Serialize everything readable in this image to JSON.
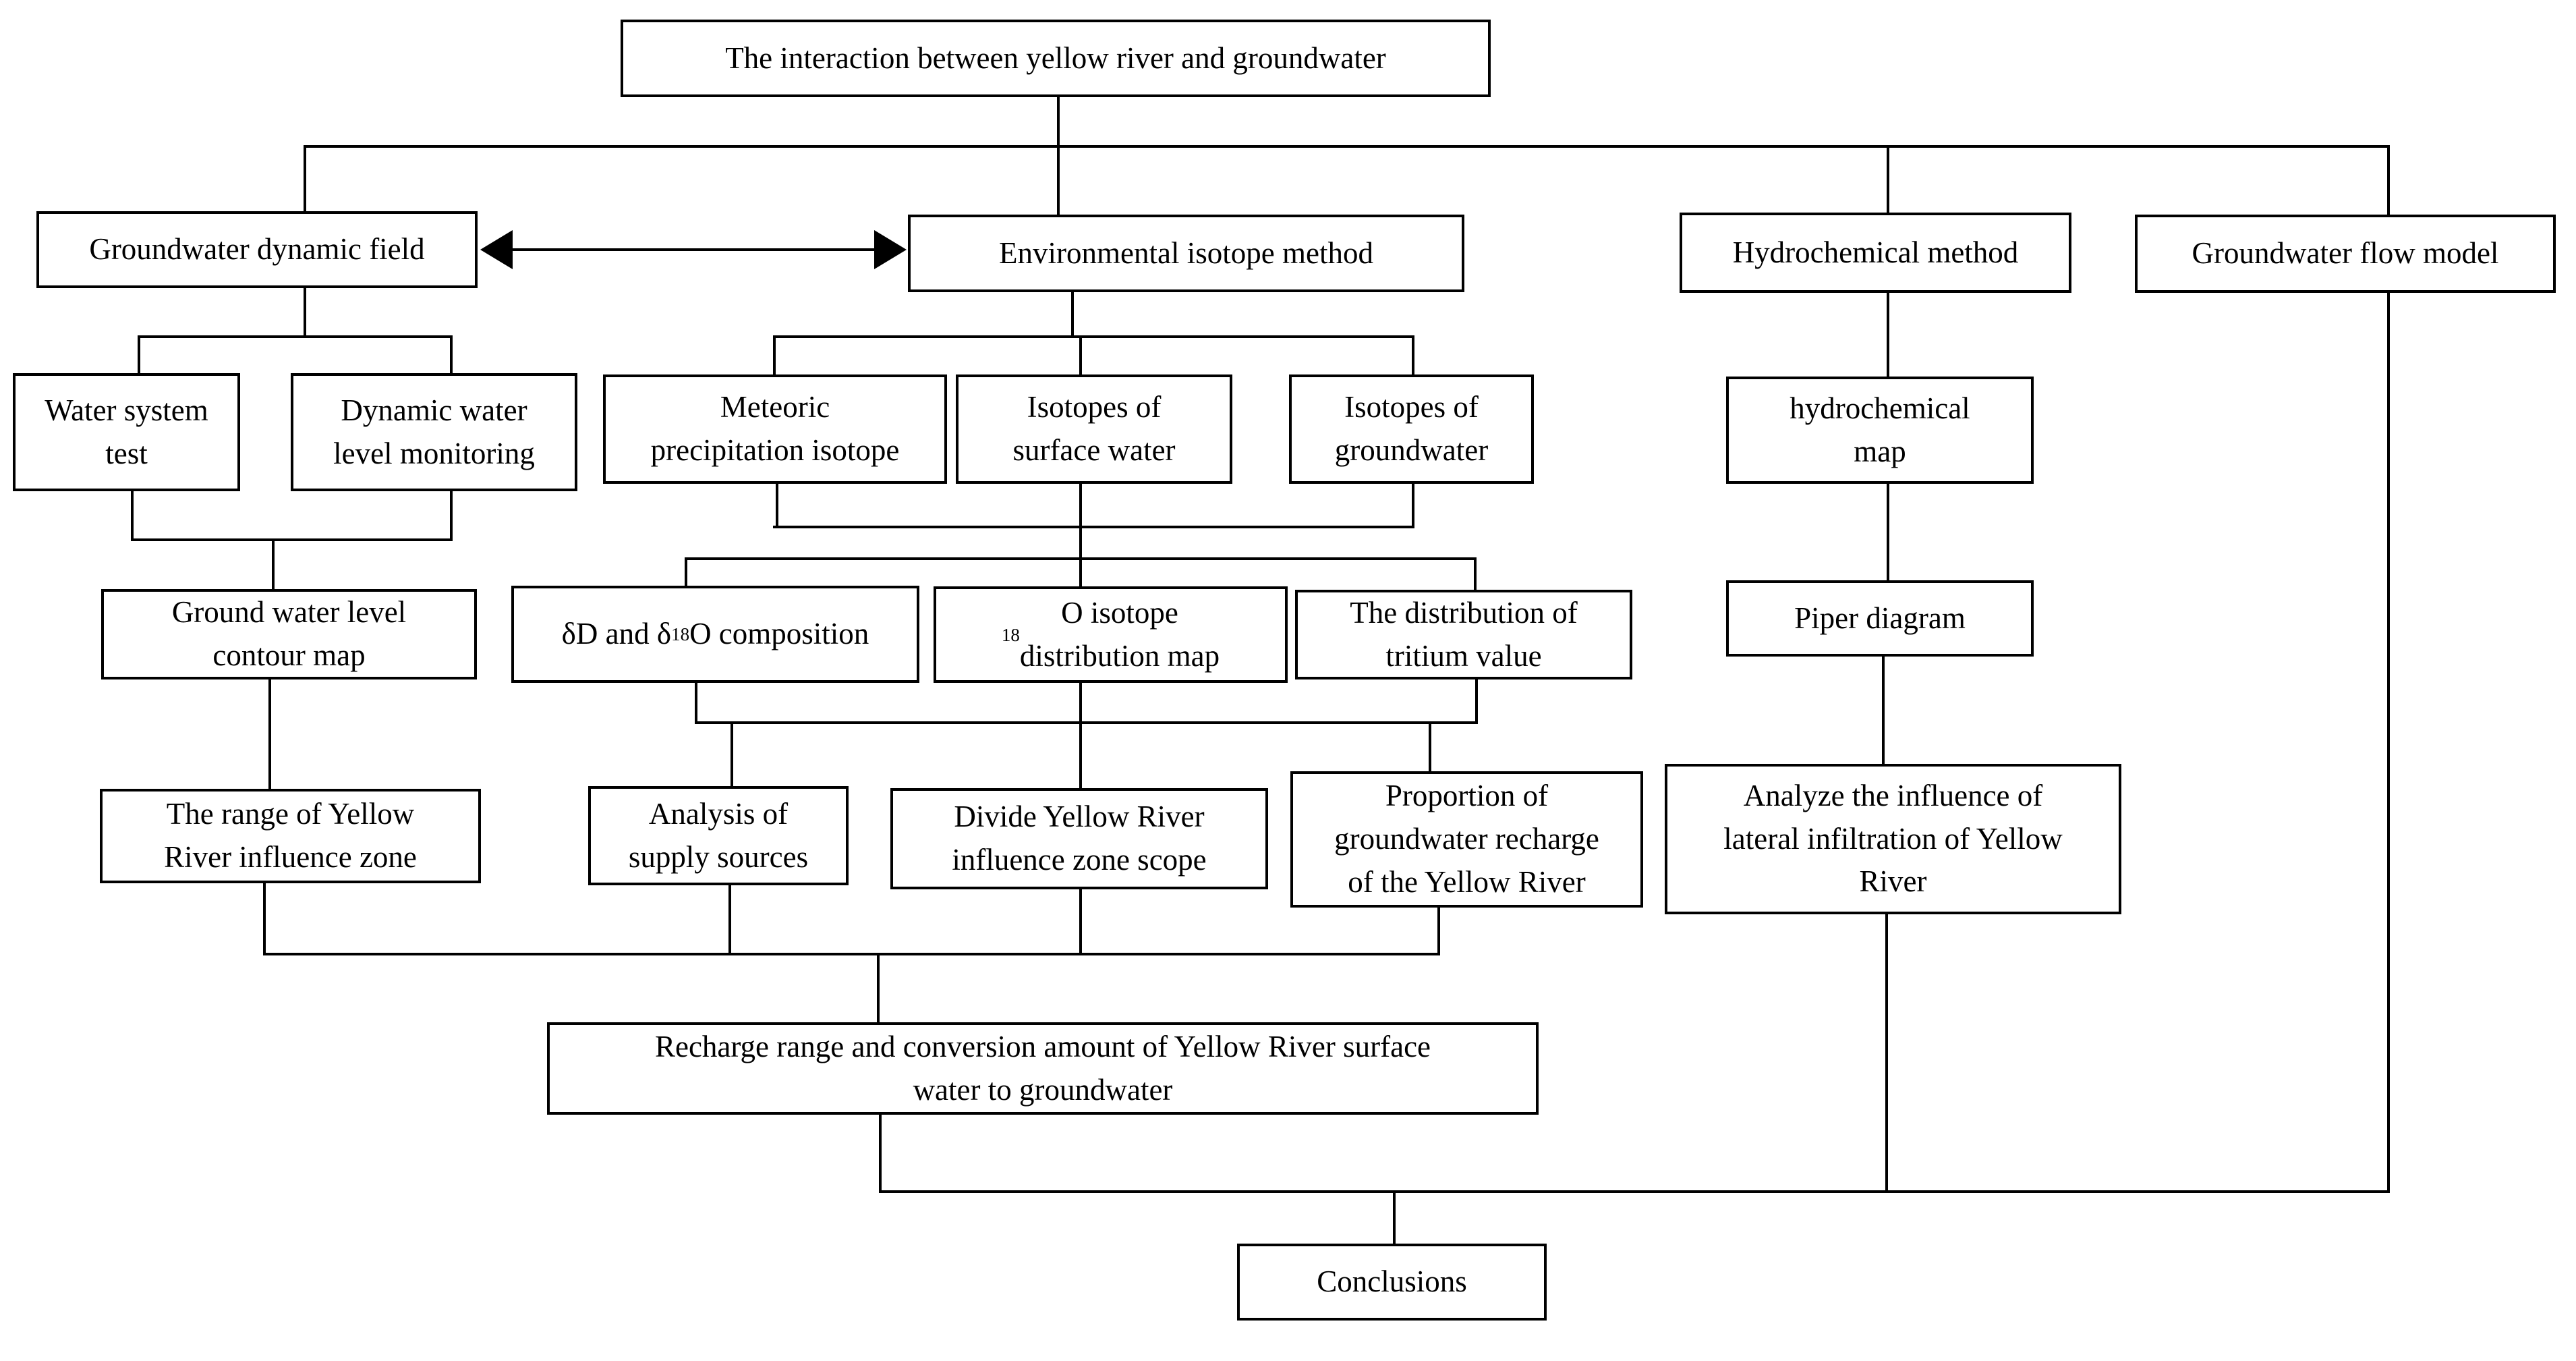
{
  "diagram_title": "The interaction between yellow river and groundwater",
  "colors": {
    "line": "#000000",
    "background": "#ffffff",
    "text": "#000000"
  },
  "icons": {
    "double_arrow": "left-right-arrow"
  },
  "nodes": {
    "title": "The interaction between yellow river and groundwater",
    "groundwater_dynamic_field": "Groundwater dynamic field",
    "environmental_isotope_method": "Environmental isotope method",
    "hydrochemical_method": "Hydrochemical method",
    "groundwater_flow_model": "Groundwater flow model",
    "water_system_test": "Water system\ntest",
    "dynamic_water_level_monitoring": "Dynamic water\nlevel monitoring",
    "meteoric_precipitation_isotope": "Meteoric\nprecipitation isotope",
    "isotopes_of_surface_water": "Isotopes of\nsurface water",
    "isotopes_of_groundwater": "Isotopes of\ngroundwater",
    "hydrochemical_map": "hydrochemical\nmap",
    "ground_water_level_contour_map": "Ground water level\ncontour map",
    "dd_d18o_composition": "δD and δ^{18}O composition",
    "o18_isotope_distribution_map": "^{18}O isotope\ndistribution map",
    "distribution_of_tritium_value": "The distribution of\ntritium value",
    "piper_diagram": "Piper diagram",
    "range_of_yellow_river_influence_zone": "The range of Yellow\nRiver influence zone",
    "analysis_of_supply_sources": "Analysis of\nsupply sources",
    "divide_yellow_river_influence_zone_scope": "Divide Yellow River\ninfluence zone scope",
    "proportion_groundwater_recharge": "Proportion of\ngroundwater recharge\nof the Yellow River",
    "analyze_lateral_infiltration": "Analyze the influence of\nlateral infiltration of Yellow\nRiver",
    "recharge_range_conversion": "Recharge range and conversion amount of Yellow River surface\nwater to groundwater",
    "conclusions": "Conclusions"
  }
}
